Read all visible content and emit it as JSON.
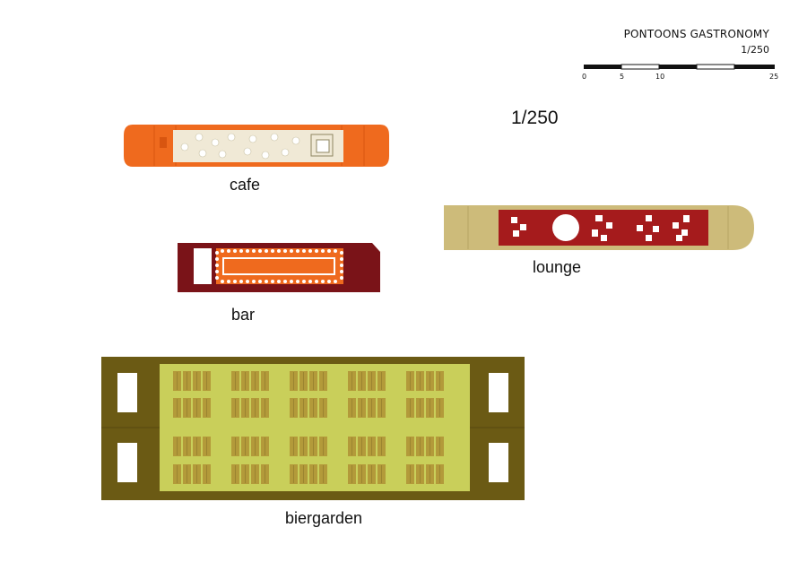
{
  "header": {
    "title": "PONTOONS GASTRONOMY",
    "scale_text": "1/250"
  },
  "scale_bar": {
    "labels": [
      "0",
      "5",
      "10",
      "25"
    ]
  },
  "drawing_scale": "1/250",
  "pontoons": {
    "cafe": {
      "label": "cafe",
      "hull_color": "#ef6a1e",
      "deck_color": "#f0e9d6"
    },
    "bar": {
      "label": "bar",
      "hull_color": "#7a1318",
      "deck_color": "#ef6a1e"
    },
    "lounge": {
      "label": "lounge",
      "hull_color": "#cdbb7a",
      "deck_color": "#a51b1c"
    },
    "biergarden": {
      "label": "biergarden",
      "hull_color": "#6b5a14",
      "deck_color": "#c9cf5a",
      "table_color": "#b39a3a"
    }
  }
}
